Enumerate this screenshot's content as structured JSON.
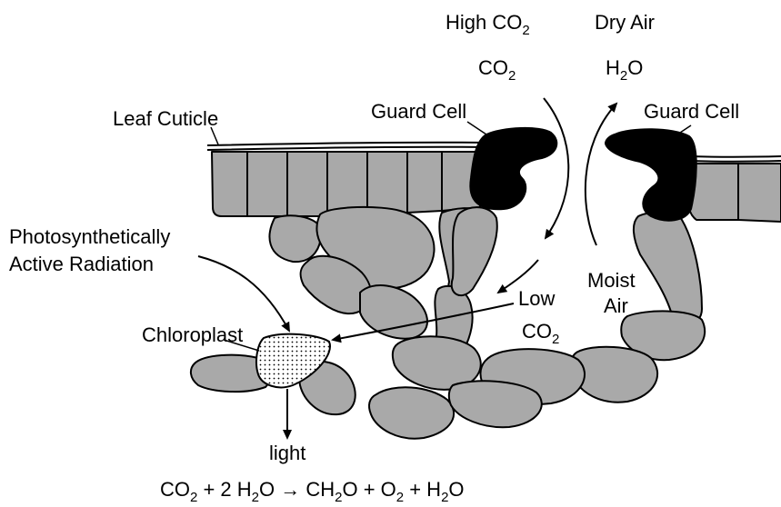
{
  "labels": {
    "high_co2": {
      "main": "High CO",
      "sub": "2"
    },
    "dry_air": "Dry Air",
    "co2_top": {
      "main": "CO",
      "sub": "2"
    },
    "h2o_top": {
      "main": "H",
      "sub": "2",
      "tail": "O"
    },
    "leaf_cuticle": "Leaf Cuticle",
    "guard_cell_left": "Guard Cell",
    "guard_cell_right": "Guard Cell",
    "photosynthetically": "Photosynthetically",
    "active_radiation": "Active Radiation",
    "moist": "Moist",
    "air": "Air",
    "low": "Low",
    "low_co2": {
      "main": "CO",
      "sub": "2"
    },
    "chloroplast": "Chloroplast",
    "light": "light"
  },
  "equation": {
    "co": "CO",
    "s1": "2",
    "plus_2h": " + 2 H",
    "s2": "2",
    "o_arrow": "O → CH",
    "s3": "2",
    "o_plus_o": "O + O",
    "s4": "2",
    "plus_h": " + H",
    "s5": "2",
    "o_end": "O"
  },
  "colors": {
    "cell_fill": "#a9a9a9",
    "guard_cell": "#000000",
    "background": "#ffffff"
  }
}
